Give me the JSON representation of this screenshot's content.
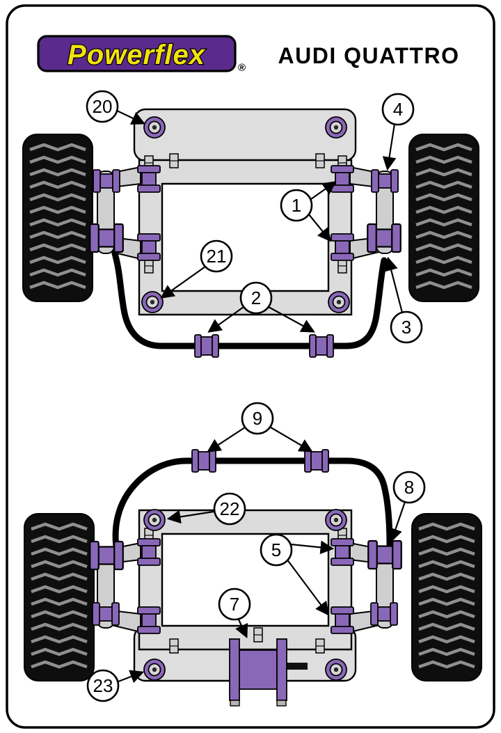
{
  "header": {
    "logo_text": "Powerflex",
    "logo_reg": "®",
    "title": "AUDI QUATTRO"
  },
  "colors": {
    "logo_purple": "#5a2b8c",
    "logo_yellow": "#f2e20e",
    "bushing_purple": "#8a68b8",
    "frame_gray": "#dcdcdc",
    "tire_black": "#0e0e0e",
    "outline_black": "#000000"
  },
  "front": {
    "callouts": [
      "20",
      "4",
      "1",
      "21",
      "2",
      "3"
    ]
  },
  "rear": {
    "callouts": [
      "9",
      "8",
      "22",
      "5",
      "7",
      "23"
    ]
  }
}
